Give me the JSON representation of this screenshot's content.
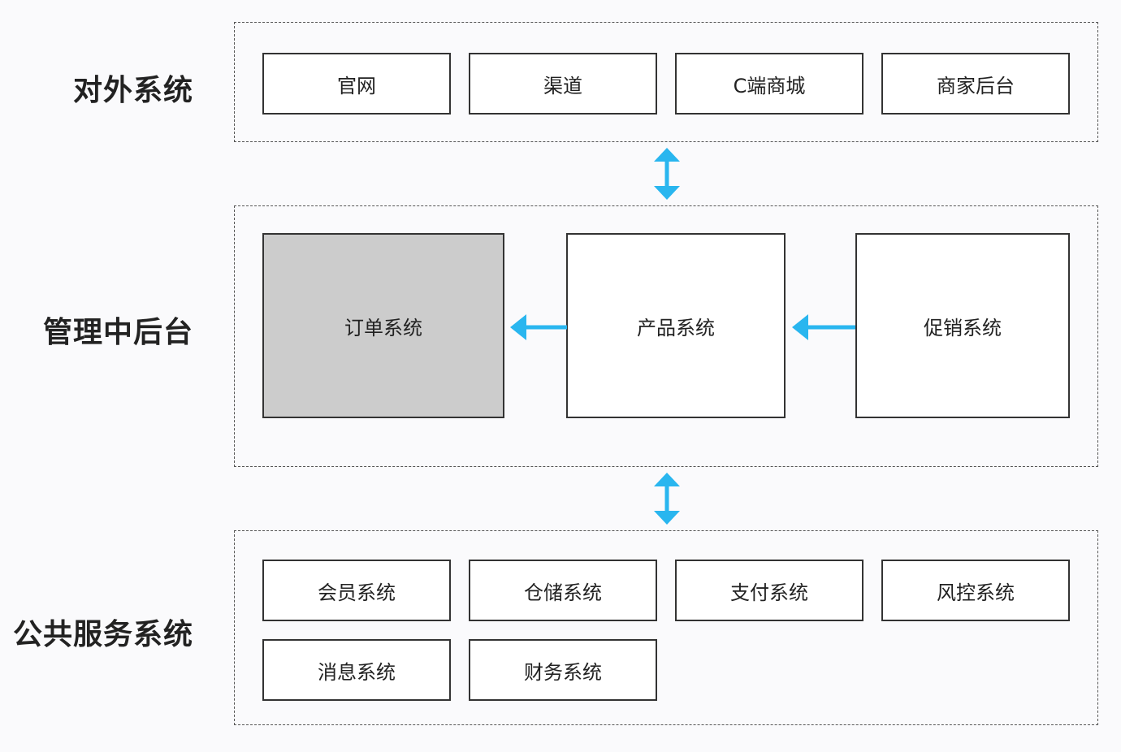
{
  "layers": {
    "external": {
      "label": "对外系统",
      "items": [
        "官网",
        "渠道",
        "C端商城",
        "商家后台"
      ]
    },
    "management": {
      "label": "管理中后台",
      "items": [
        "订单系统",
        "产品系统",
        "促销系统"
      ]
    },
    "public": {
      "label": "公共服务系统",
      "items": [
        "会员系统",
        "仓储系统",
        "支付系统",
        "风控系统",
        "消息系统",
        "财务系统"
      ]
    }
  },
  "colors": {
    "arrow": "#29b6ef",
    "highlight_box": "#cccccc",
    "border": "#333333"
  },
  "icons": {
    "vertical_arrows": "double-headed-vertical-arrow",
    "horizontal_arrows": "left-arrow"
  }
}
